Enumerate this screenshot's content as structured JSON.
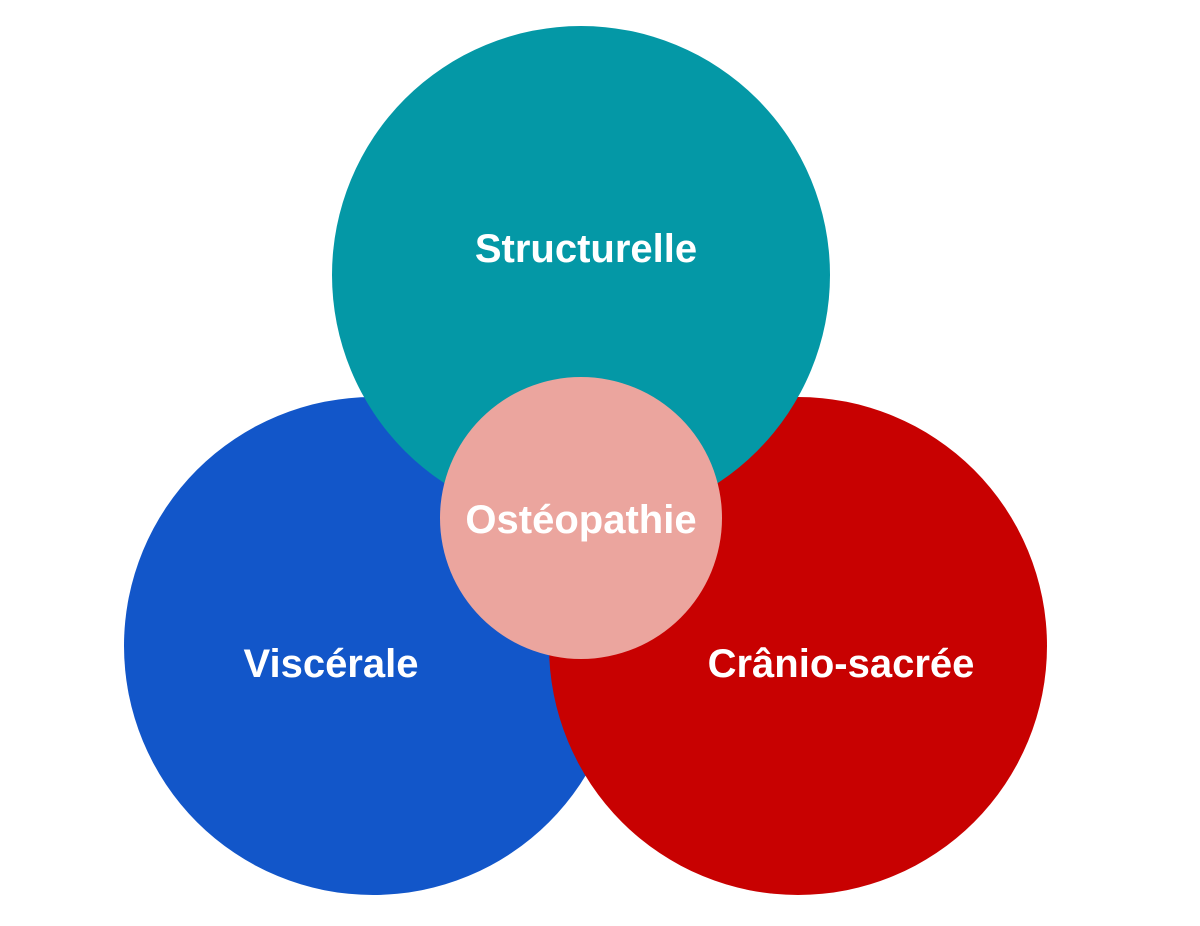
{
  "diagram": {
    "center": {
      "label": "Ostéopathie",
      "color": "#eba59e"
    },
    "circles": [
      {
        "key": "top",
        "label": "Structurelle",
        "color": "#0498a6"
      },
      {
        "key": "left",
        "label": "Viscérale",
        "color": "#1256c9"
      },
      {
        "key": "right",
        "label": "Crânio-sacrée",
        "color": "#c80101"
      }
    ]
  }
}
